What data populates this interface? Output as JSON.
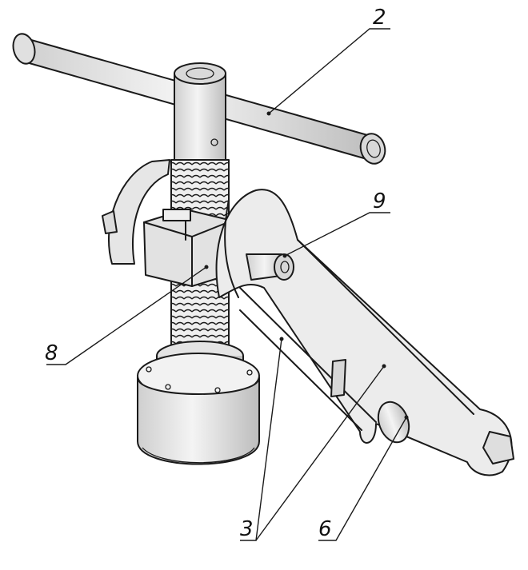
{
  "callouts": [
    {
      "id": "2",
      "label": "2"
    },
    {
      "id": "9",
      "label": "9"
    },
    {
      "id": "8",
      "label": "8"
    },
    {
      "id": "3",
      "label": "3"
    },
    {
      "id": "6",
      "label": "6"
    }
  ],
  "colors": {
    "line": "#1a1a1a",
    "body_fill": "#e9e9e9",
    "shade_fill": "#cfcfcf",
    "background": "#ffffff"
  }
}
